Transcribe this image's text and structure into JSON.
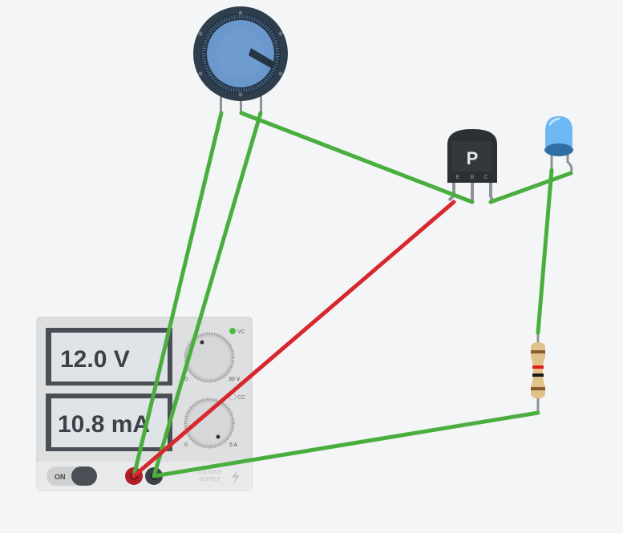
{
  "supply": {
    "voltage_display": "12.0 V",
    "current_display": "10.8 mA",
    "vc_label": "VC",
    "cc_label": "CC",
    "vknob_min": "0",
    "vknob_max": "30 V",
    "iknob_min": "0",
    "iknob_max": "5 A",
    "switch_label": "ON",
    "brand_line1": "VOLTAGE",
    "brand_line2": "SUPPLY",
    "vc_led_color": "#4cbb3c"
  },
  "transistor": {
    "type_label": "P",
    "pin_e": "E",
    "pin_b": "B",
    "pin_c": "C"
  },
  "wires": {
    "positive_color": "#d7282f",
    "signal_color": "#4aae3f"
  },
  "led": {
    "color": "#5aaeea"
  },
  "resistor": {
    "band_colors": [
      "#8b5a2b",
      "#e02020",
      "#1a1a1a",
      "#c49a2c"
    ]
  }
}
